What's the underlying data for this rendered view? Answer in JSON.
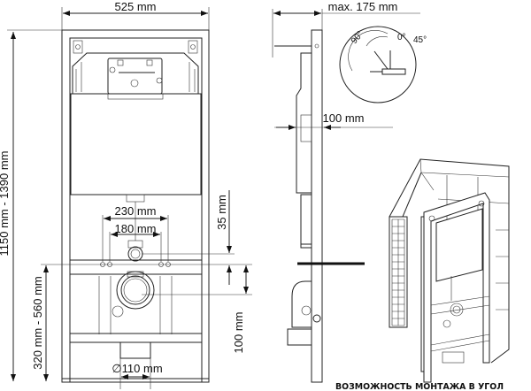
{
  "front_view": {
    "width_label": "525 mm",
    "height_label": "1150 mm - 1390 mm",
    "bolt_spacing_outer": "230 mm",
    "bolt_spacing_inner": "180 mm",
    "flush_offset": "35 mm",
    "outlet_height": "320 mm - 560 mm",
    "outlet_offset": "100 mm",
    "outlet_diameter": "∅110 mm"
  },
  "side_view": {
    "depth_label": "max. 175 mm",
    "thickness_label": "100 mm",
    "angles": [
      "90°",
      "0°",
      "45°"
    ]
  },
  "corner_view": {
    "caption": "ВОЗМОЖНОСТЬ МОНТАЖА В УГОЛ"
  }
}
